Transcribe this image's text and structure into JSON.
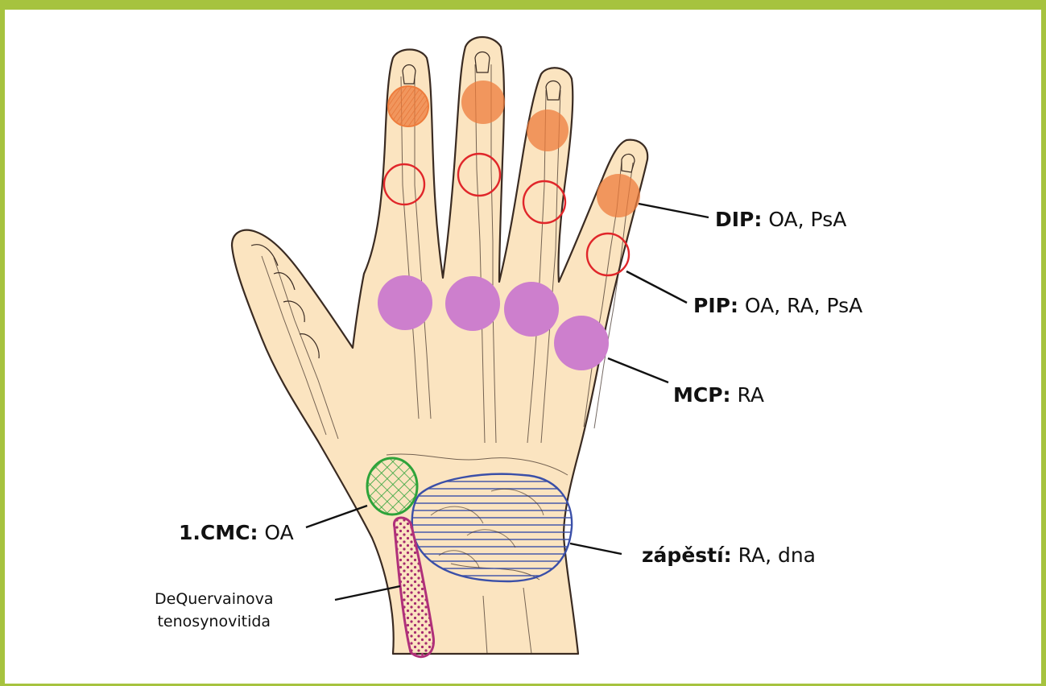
{
  "labels": {
    "dip": {
      "head": "DIP:",
      "tail": " OA, PsA"
    },
    "pip": {
      "head": "PIP:",
      "tail": " OA, RA, PsA"
    },
    "mcp": {
      "head": "MCP:",
      "tail": " RA"
    },
    "cmc": {
      "head": "1.CMC:",
      "tail": " OA"
    },
    "wrist": {
      "head": "zápěstí:",
      "tail": " RA, dna"
    },
    "dequervain": {
      "line1": "DeQuervainova",
      "line2": "tenosynovitida"
    }
  },
  "colors": {
    "frame": "#a6c33f",
    "skin": "#fbe4c0",
    "outline": "#3a2b22",
    "dip_fill": "#ee7c3c",
    "pip_ring": "#e0262a",
    "mcp_fill": "#cd7fcd",
    "cmc": "#2ea33a",
    "wrist": "#3a4fa8",
    "dequervain": "#b0307a"
  }
}
